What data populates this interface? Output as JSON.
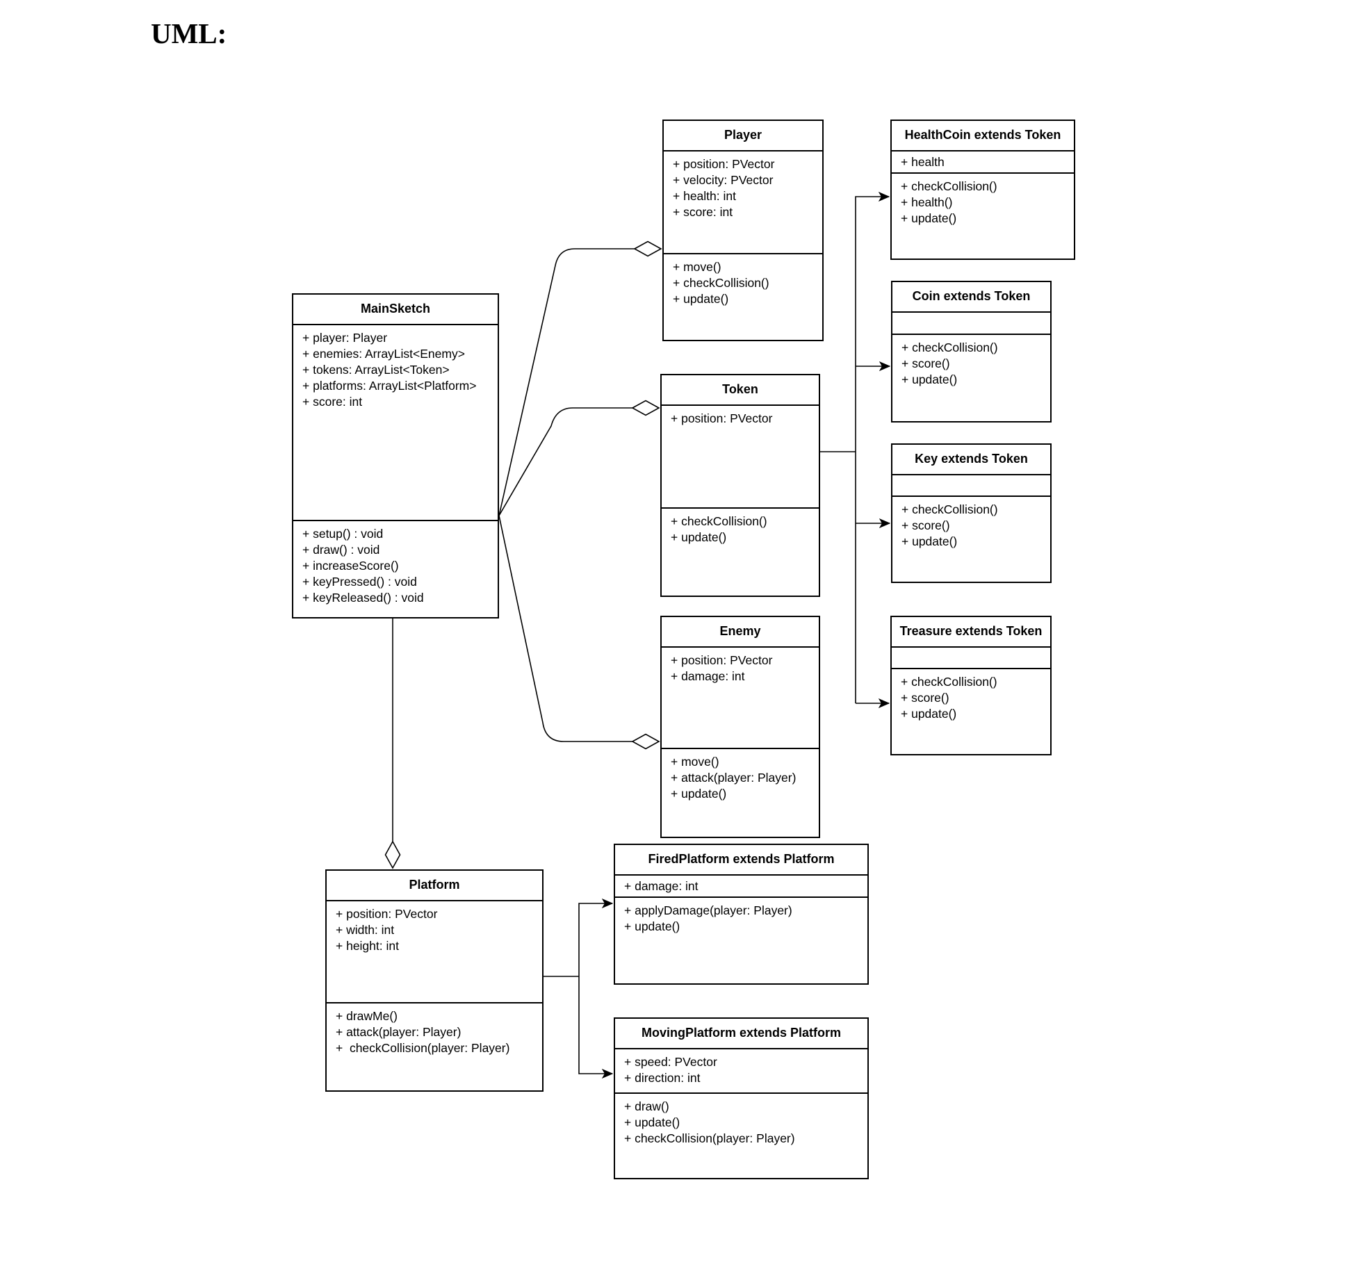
{
  "page_title": "UML:",
  "classes": {
    "main_sketch": {
      "name": "MainSketch",
      "attributes": [
        "+ player: Player",
        "+ enemies: ArrayList<Enemy>",
        "+ tokens: ArrayList<Token>",
        "+ platforms: ArrayList<Platform>",
        "+ score: int"
      ],
      "methods": [
        "+ setup() : void",
        "+ draw() : void",
        "+ increaseScore()",
        "+ keyPressed() : void",
        "+ keyReleased() : void"
      ]
    },
    "player": {
      "name": "Player",
      "attributes": [
        "+ position: PVector",
        "+ velocity: PVector",
        "+ health: int",
        "+ score: int"
      ],
      "methods": [
        "+ move()",
        "+ checkCollision()",
        "+ update()"
      ]
    },
    "token": {
      "name": "Token",
      "attributes": [
        "+ position: PVector"
      ],
      "methods": [
        "+ checkCollision()",
        "+ update()"
      ]
    },
    "enemy": {
      "name": "Enemy",
      "attributes": [
        "+ position: PVector",
        "+ damage: int"
      ],
      "methods": [
        "+ move()",
        "+ attack(player: Player)",
        "+ update()"
      ]
    },
    "health_coin": {
      "name": "HealthCoin extends Token",
      "attributes": [
        "+ health"
      ],
      "methods": [
        "+ checkCollision()",
        "+ health()",
        "+ update()"
      ]
    },
    "coin": {
      "name": "Coin extends Token",
      "attributes": [],
      "methods": [
        "+ checkCollision()",
        "+ score()",
        "+ update()"
      ]
    },
    "key": {
      "name": "Key extends Token",
      "attributes": [],
      "methods": [
        "+ checkCollision()",
        "+ score()",
        "+ update()"
      ]
    },
    "treasure": {
      "name": "Treasure extends Token",
      "attributes": [],
      "methods": [
        "+ checkCollision()",
        "+ score()",
        "+ update()"
      ]
    },
    "platform": {
      "name": "Platform",
      "attributes": [
        "+ position: PVector",
        "+ width: int",
        "+ height: int"
      ],
      "methods": [
        "+ drawMe()",
        "+ attack(player: Player)",
        "+  checkCollision(player: Player)"
      ]
    },
    "fired_platform": {
      "name": "FiredPlatform extends Platform",
      "attributes": [
        "+ damage: int"
      ],
      "methods": [
        "+ applyDamage(player: Player)",
        "+ update()"
      ]
    },
    "moving_platform": {
      "name": "MovingPlatform extends Platform",
      "attributes": [
        "+ speed: PVector",
        "+ direction: int"
      ],
      "methods": [
        "+ draw()",
        "+ update()",
        "+ checkCollision(player: Player)"
      ]
    }
  },
  "colors": {
    "stroke": "#000000",
    "box_fill": "#ffffff",
    "text": "#000000",
    "background": "#ffffff"
  }
}
